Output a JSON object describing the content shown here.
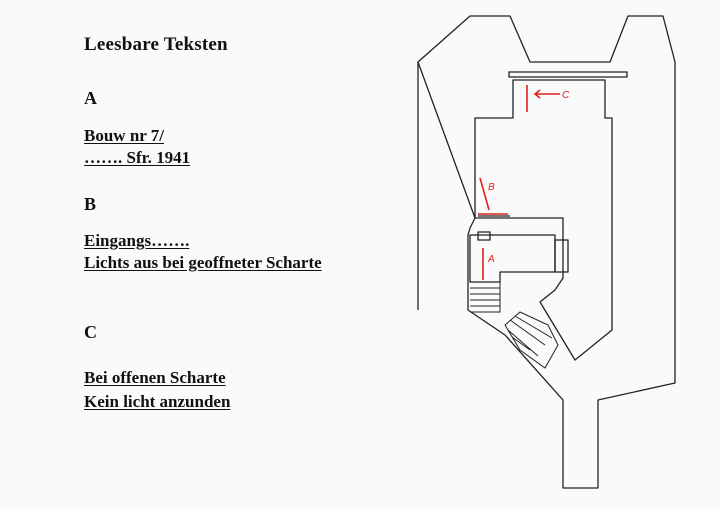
{
  "document": {
    "title": "Leesbare Teksten",
    "sections": [
      {
        "letter": "A",
        "lines": [
          "Bouw nr 7/",
          "……. Sfr.   1941"
        ]
      },
      {
        "letter": "B",
        "lines": [
          "Eingangs…….",
          "Lichts aus bei geoffneter Scharte"
        ]
      },
      {
        "letter": "C",
        "lines": [
          "Bei offenen Scharte",
          "Kein licht anzunden"
        ]
      }
    ]
  },
  "plan": {
    "markers": [
      "C",
      "B",
      "A"
    ],
    "colors": {
      "ink": "#222222",
      "marker": "#e0211c"
    }
  }
}
